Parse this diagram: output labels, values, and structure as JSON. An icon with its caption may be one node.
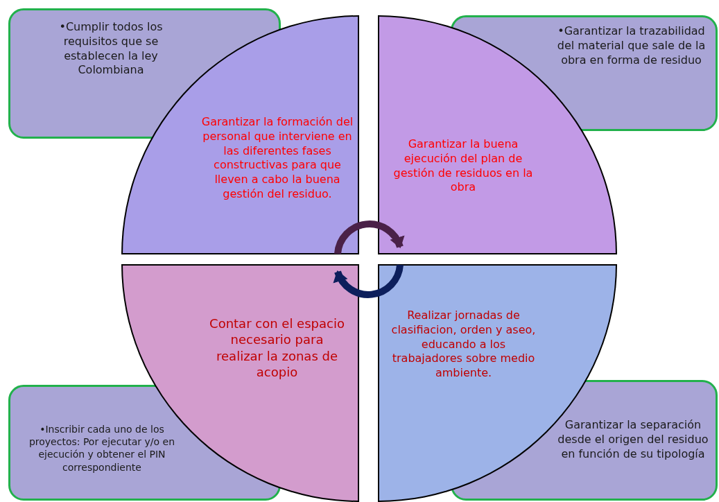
{
  "diagram": {
    "nodes": [
      {
        "text": [
          "•Cumplir todos los requisitos que se establecen la ley Colombiana"
        ]
      },
      {
        "text": [
          "•Garantizar la trazabilidad del material que sale de la obra en forma de residuo"
        ]
      },
      {
        "text": [
          "•Inscribir cada uno de los proyectos: Por ejecutar y/o en ejecución y obtener el PIN correspondiente"
        ]
      },
      {
        "text": [
          "Garantizar la separación desde el origen del residuo en función de su tipología"
        ]
      },
      {
        "text": [
          "Garantizar la formación del personal que interviene en las diferentes fases constructivas para que lleven a cabo la buena gestión del residuo."
        ]
      },
      {
        "text": [
          "Garantizar la buena ejecución del plan de gestión de residuos en la obra"
        ]
      },
      {
        "text": [
          "Contar con el espacio necesario para realizar la zonas de acopio"
        ]
      },
      {
        "text": [
          "Realizar jornadas de clasifiacion, orden y aseo, educando a los trabajadores sobre medio ambiente."
        ]
      }
    ],
    "edges": [
      {
        "from": 4,
        "to": 5,
        "arrow": "to",
        "color": "#4a2148"
      },
      {
        "from": 7,
        "to": 6,
        "arrow": "to",
        "color": "#0d1f5c"
      }
    ]
  }
}
